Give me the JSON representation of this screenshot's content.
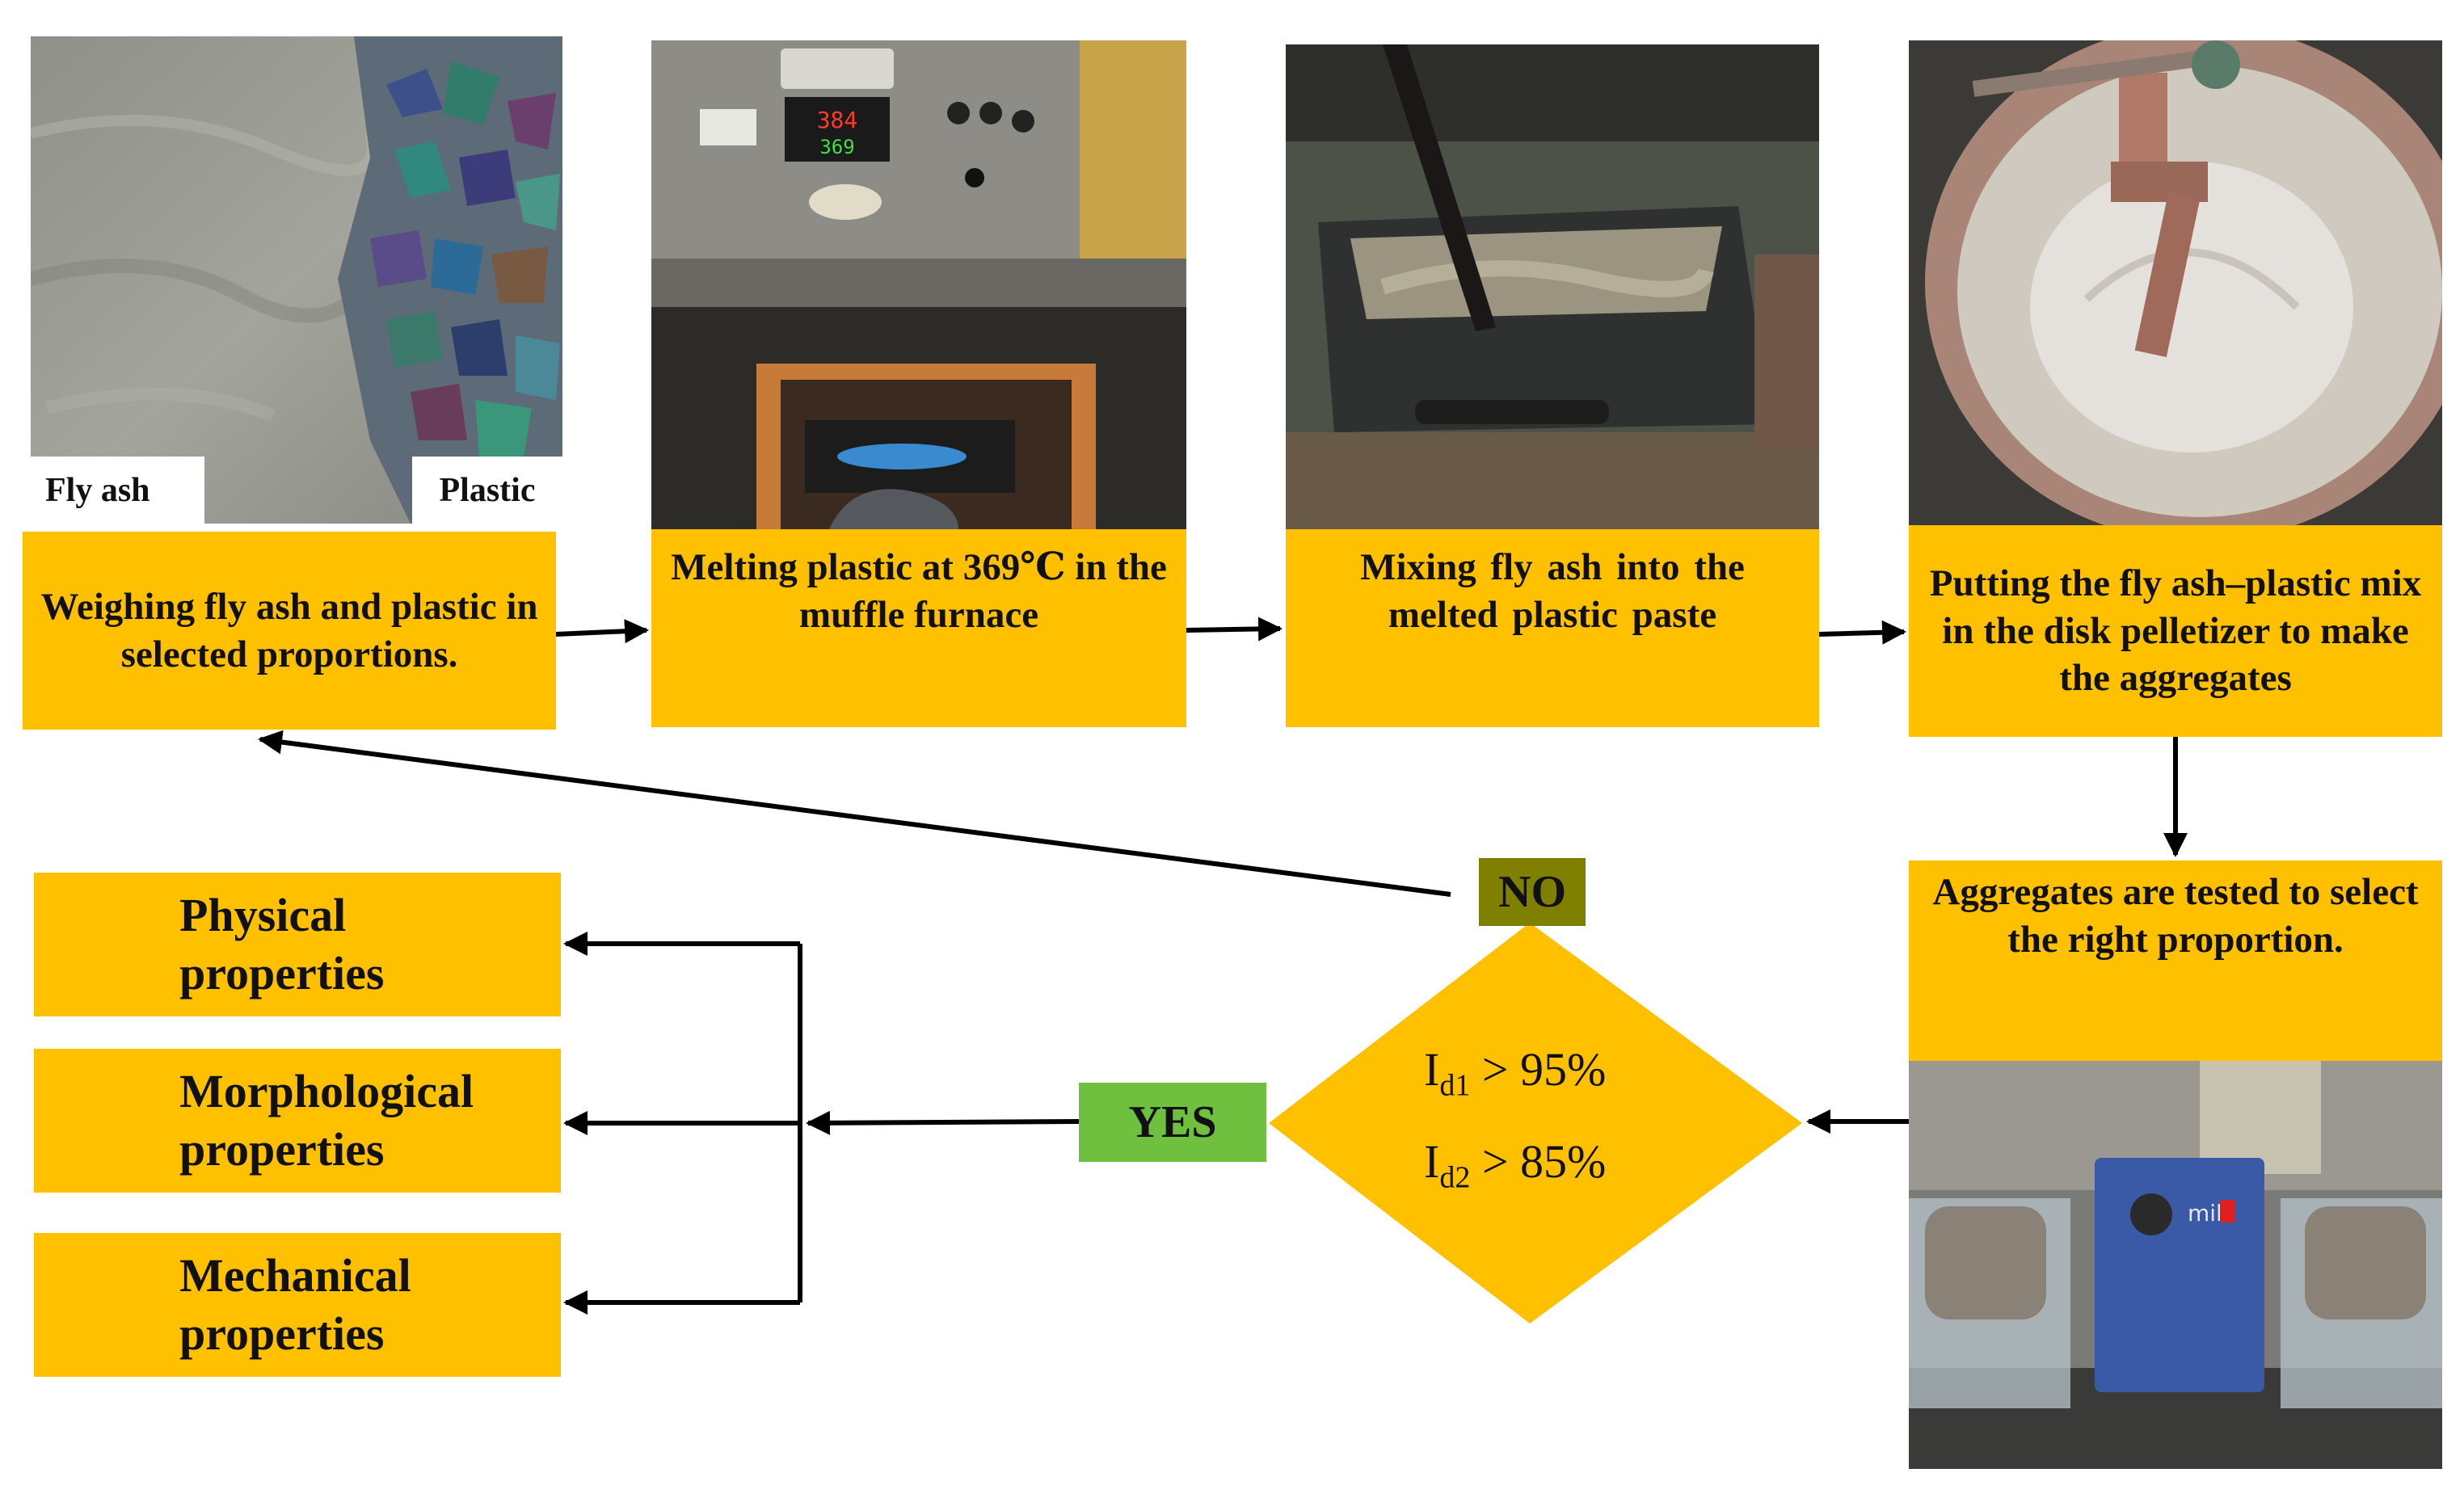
{
  "steps": [
    {
      "id": "weigh",
      "text": "Weighing fly ash and plastic in selected proportions."
    },
    {
      "id": "melt",
      "text": "Melting plastic at 369℃ in the muffle furnace"
    },
    {
      "id": "mix",
      "text": "Mixing fly ash into the melted plastic paste"
    },
    {
      "id": "pelletize",
      "text": "Putting the fly ash–plastic mix in the disk pelletizer to make the aggregates"
    },
    {
      "id": "test",
      "text": "Aggregates are tested to select the right proportion."
    }
  ],
  "photo_labels": {
    "fly_ash": "Fly ash",
    "plastic": "Plastic"
  },
  "furnace_display": {
    "top": "384",
    "bottom": "369"
  },
  "tester_label": "mil",
  "decision": {
    "line1": {
      "symbol": "I",
      "sub": "d1",
      "rest": " > 95%"
    },
    "line2": {
      "symbol": "I",
      "sub": "d2",
      "rest": " > 85%"
    },
    "no_label": "NO",
    "yes_label": "YES"
  },
  "outputs": [
    "Physical properties",
    "Morphological properties",
    "Mechanical properties"
  ],
  "colors": {
    "box": "#FFC000",
    "no_tag": "#7F7F00",
    "yes_tag": "#70C040",
    "arrow": "#000000"
  }
}
